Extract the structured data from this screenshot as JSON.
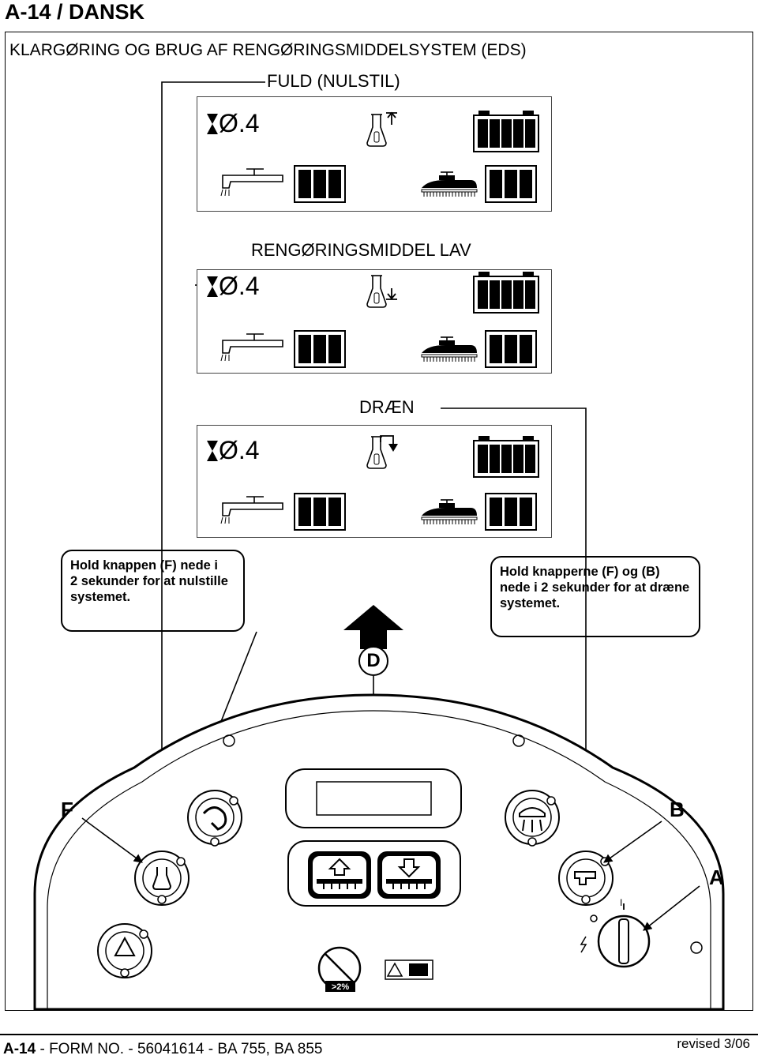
{
  "header": {
    "title": "A-14 / DANSK"
  },
  "section": {
    "title": "KLARGØRING OG BRUG AF RENGØRINGSMIDDELSYSTEM (EDS)"
  },
  "states": [
    {
      "label": "FULD (NULSTIL)",
      "time": "Ø.4",
      "arrow": "up"
    },
    {
      "label": "RENGØRINGSMIDDEL LAV",
      "time": "Ø.4",
      "arrow": "down"
    },
    {
      "label": "DRÆN",
      "time": "Ø.4",
      "arrow": "drain"
    }
  ],
  "callouts": {
    "left": [
      "Hold knappen (F) nede i",
      "2 sekunder for at nulstille",
      "systemet."
    ],
    "right": [
      "Hold knapperne (F) og (B)",
      "nede i 2 sekunder for at dræne",
      "systemet."
    ]
  },
  "labels": {
    "d": "D",
    "f": "F",
    "b": "B",
    "a": "A",
    "slope": ">2%",
    "key_on": "I"
  },
  "footer": {
    "left_bold": "A-14",
    "left_rest": " - FORM NO. - 56041614 - BA 755, BA 855",
    "right": "revised 3/06"
  },
  "icons": [
    "hourglass-icon",
    "detergent-bottle-icon",
    "battery-icon",
    "solution-flow-icon",
    "brush-pressure-icon",
    "detergent-button-icon",
    "vacuum-button-icon",
    "brush-up-icon",
    "brush-down-icon",
    "solution-button-icon",
    "water-button-icon",
    "recycle-icon",
    "no-slope-icon",
    "warning-manual-icon",
    "key-switch-icon"
  ],
  "colors": {
    "ink": "#000000",
    "panel": "#ffffff"
  }
}
